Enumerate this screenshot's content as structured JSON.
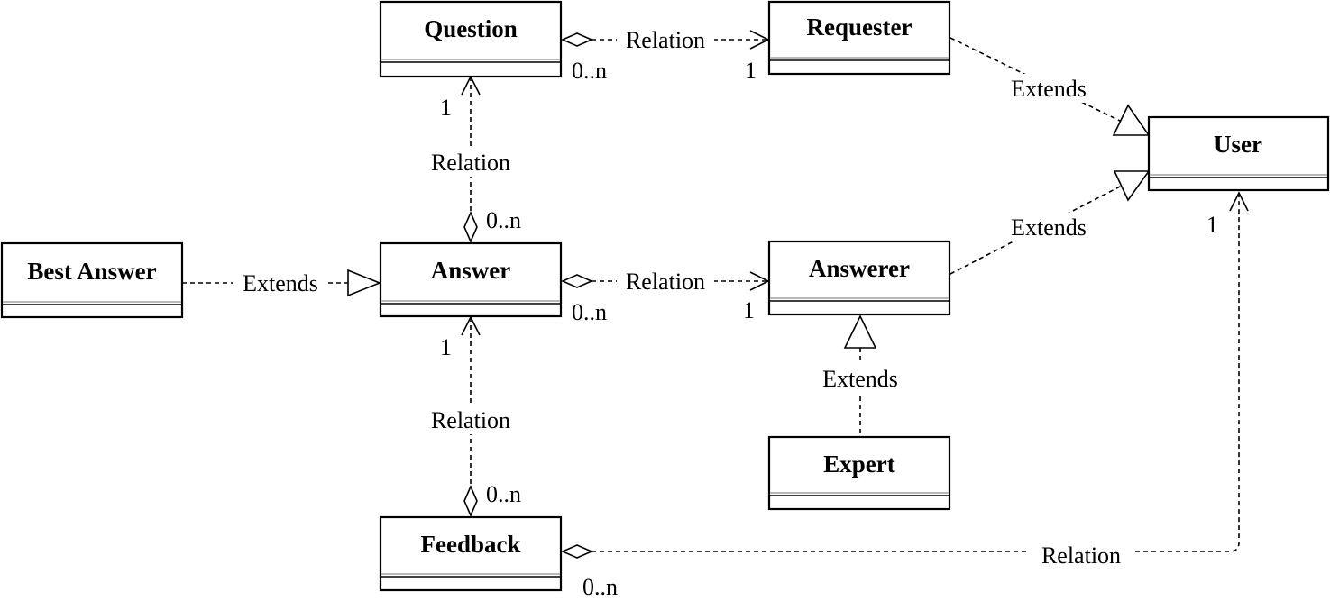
{
  "classes": {
    "question": "Question",
    "requester": "Requester",
    "user": "User",
    "best_answer": "Best Answer",
    "answer": "Answer",
    "answerer": "Answerer",
    "expert": "Expert",
    "feedback": "Feedback"
  },
  "connectors": {
    "question_requester": {
      "label": "Relation",
      "source_mult": "0..n",
      "target_mult": "1"
    },
    "answer_question": {
      "label": "Relation",
      "source_mult": "0..n",
      "target_mult": "1"
    },
    "answer_answerer": {
      "label": "Relation",
      "source_mult": "0..n",
      "target_mult": "1"
    },
    "feedback_answer": {
      "label": "Relation",
      "source_mult": "0..n",
      "target_mult": "1"
    },
    "feedback_user": {
      "label": "Relation",
      "source_mult": "0..n",
      "target_mult": "1"
    },
    "best_answer_answer": {
      "label": "Extends"
    },
    "requester_user": {
      "label": "Extends"
    },
    "answerer_user": {
      "label": "Extends"
    },
    "expert_answerer": {
      "label": "Extends"
    }
  }
}
